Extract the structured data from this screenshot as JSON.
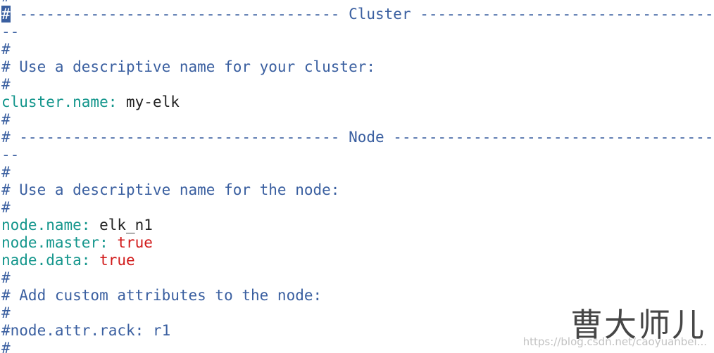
{
  "lines": {
    "l0": "#",
    "l1_cursor": "#",
    "l1_rule": " ------------------------------------ Cluster ---------------------------------",
    "l2": "--",
    "l3": "#",
    "l4": "# Use a descriptive name for your cluster:",
    "l5": "#",
    "l6_key": "cluster.name:",
    "l6_val": " my-elk",
    "l7": "#",
    "l8": "# ------------------------------------ Node ------------------------------------",
    "l9": "--",
    "l10": "#",
    "l11": "# Use a descriptive name for the node:",
    "l12": "#",
    "l13_key": "node.name:",
    "l13_val": " elk_n1",
    "l14_key": "node.master:",
    "l14_val": " true",
    "l15_key": "nade.data:",
    "l15_val": " true",
    "l16": "#",
    "l17": "# Add custom attributes to the node:",
    "l18": "#",
    "l19": "#node.attr.rack: r1",
    "l20": "#"
  },
  "watermark": {
    "signature": "曹大师儿",
    "url": "https://blog.csdn.net/caoyuanbei..."
  },
  "colors": {
    "comment": "#3a5fa0",
    "key": "#14968c",
    "value": "#222222",
    "boolean": "#d11a1a",
    "background": "#ffffff"
  }
}
